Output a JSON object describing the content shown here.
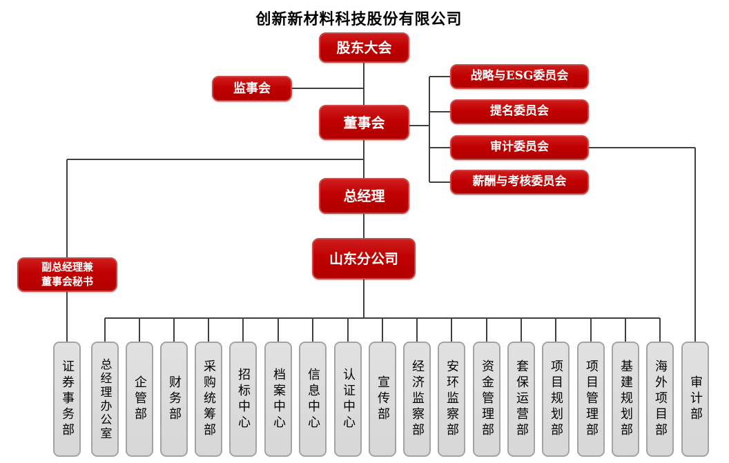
{
  "title": "创新新材料科技股份有限公司",
  "colors": {
    "node_red": "#c00000",
    "node_red_border": "#c64a47",
    "node_gray": "#d9d9d9",
    "node_gray_border": "#a3a3a3",
    "connector": "#3f3f3f",
    "node_text_light": "#ffffff",
    "node_text_dark": "#000000"
  },
  "nodes": {
    "shareholders_meeting": "股东大会",
    "supervisory_board": "监事会",
    "board_of_directors": "董事会",
    "general_manager": "总经理",
    "shandong_branch": "山东分公司",
    "deputy_gm_board_secretary": "副总经理兼\n董事会秘书"
  },
  "committees": [
    {
      "label": "战略与ESG委员会"
    },
    {
      "label": "提名委员会"
    },
    {
      "label": "审计委员会"
    },
    {
      "label": "薪酬与考核委员会"
    }
  ],
  "departments": [
    {
      "label": "证券事务部"
    },
    {
      "label": "总经理办公室"
    },
    {
      "label": "企管部"
    },
    {
      "label": "财务部"
    },
    {
      "label": "采购统筹部"
    },
    {
      "label": "招标中心"
    },
    {
      "label": "档案中心"
    },
    {
      "label": "信息中心"
    },
    {
      "label": "认证中心"
    },
    {
      "label": "宣传部"
    },
    {
      "label": "经济监察部"
    },
    {
      "label": "安环监察部"
    },
    {
      "label": "资金管理部"
    },
    {
      "label": "套保运营部"
    },
    {
      "label": "项目规划部"
    },
    {
      "label": "项目管理部"
    },
    {
      "label": "基建规划部"
    },
    {
      "label": "海外项目部"
    },
    {
      "label": "审计部"
    }
  ]
}
